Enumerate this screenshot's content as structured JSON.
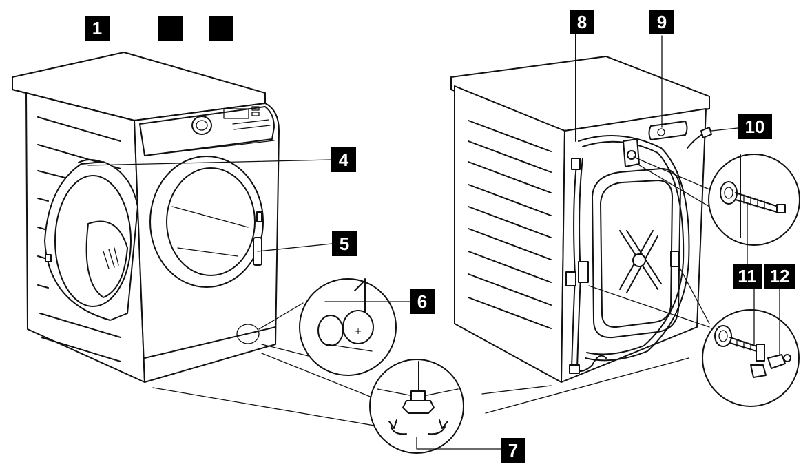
{
  "callouts": {
    "c1": "1",
    "c2": "",
    "c3": "",
    "c4": "4",
    "c5": "5",
    "c6": "6",
    "c7": "7",
    "c8": "8",
    "c9": "9",
    "c10": "10",
    "c11": "11",
    "c12": "12"
  },
  "colors": {
    "line": "#111111",
    "callout_background": "#000000",
    "callout_text": "#ffffff",
    "background": "#ffffff"
  },
  "icons": {
    "rotate_left": "counterclockwise-arrow-icon",
    "rotate_right": "clockwise-arrow-icon",
    "plus_sign": "plus-icon"
  }
}
